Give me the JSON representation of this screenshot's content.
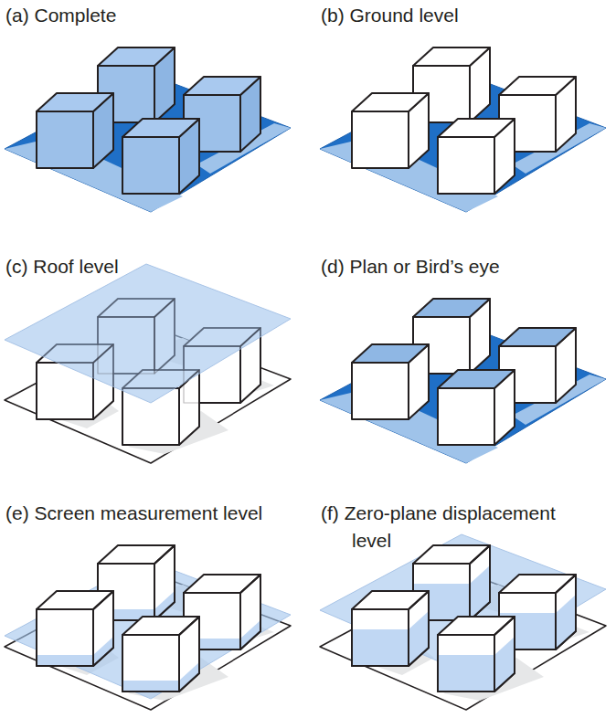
{
  "diagram": {
    "labels": [
      "(a) Complete",
      "(b) Ground level",
      "(c) Roof level",
      "(d) Plan or Bird’s eye",
      "(e) Screen measurement level",
      "(f) Zero-plane displacement level"
    ]
  }
}
